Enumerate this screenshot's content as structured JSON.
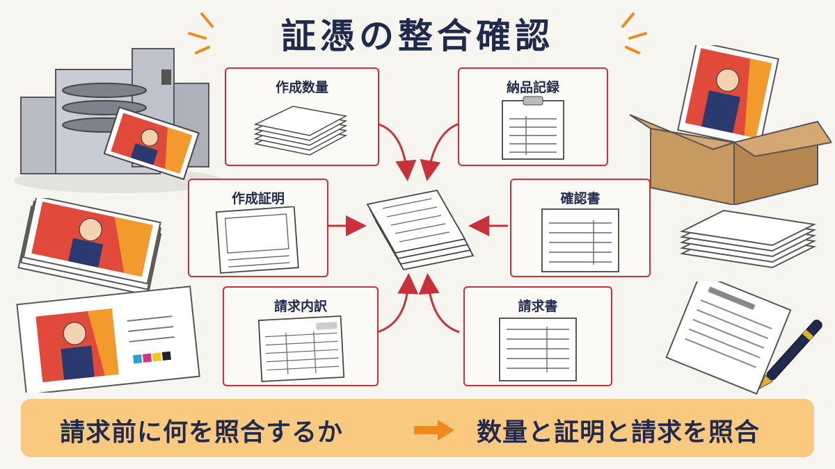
{
  "title": "証憑の整合確認",
  "boxes": {
    "production_quantity": "作成数量",
    "delivery_record": "納品記録",
    "production_certificate": "作成証明",
    "confirmation_document": "確認書",
    "billing_breakdown": "請求内訳",
    "invoice": "請求書"
  },
  "banner": {
    "left_text": "請求前に何を照合するか",
    "right_text": "数量と証明と請求を照合"
  },
  "colors": {
    "accent_red": "#c8303a",
    "navy": "#1f2a4d",
    "banner_bg": "#f8c97e",
    "arrow_orange": "#f08a1c"
  }
}
